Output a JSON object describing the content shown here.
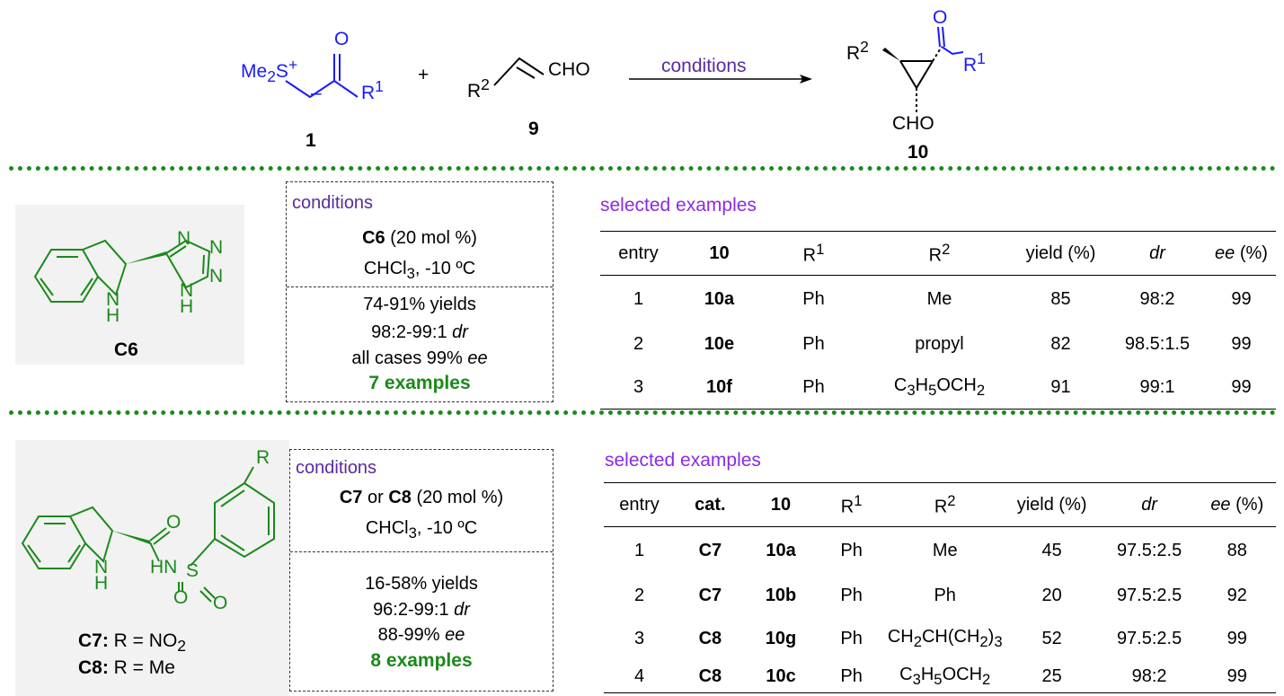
{
  "scheme": {
    "reagent1": {
      "formula_html": "Me<sub>2</sub>S<sup>+</sup>",
      "charge": "–",
      "r": "R<sup>1</sup>",
      "label": "1"
    },
    "plus": "+",
    "reagent2": {
      "r": "R<sup>2</sup>",
      "cho": "CHO",
      "label": "9"
    },
    "arrow_label": "conditions",
    "product": {
      "r2": "R<sup>2</sup>",
      "r1": "R<sup>1</sup>",
      "cho": "CHO",
      "o": "O",
      "label": "10"
    }
  },
  "panel1": {
    "catalyst_label": "C6",
    "atoms": {
      "n1": "N",
      "n2": "N",
      "n3": "N",
      "n4": "N",
      "nh_ring": "H",
      "nh_ring_n": "N",
      "nh_indoline_n": "N",
      "nh_indoline_h": "H"
    },
    "conditions": {
      "title": "conditions",
      "line1_html": "<b>C6</b> (20 mol %)",
      "line2_html": "CHCl<sub>3</sub>, -10 ºC",
      "line3": "74-91% yields",
      "line4_html": "98:2-99:1 <i>dr</i>",
      "line5_html": "all cases 99% <i>ee</i>",
      "examples": "7 examples"
    },
    "selected_title": "selected examples",
    "table": {
      "headers_html": [
        "entry",
        "<b>10</b>",
        "R<sup>1</sup>",
        "R<sup>2</sup>",
        "yield (%)",
        "<i>dr</i>",
        "<i>ee</i> (%)"
      ],
      "rows": [
        [
          "1",
          "10a",
          "Ph",
          "Me",
          "85",
          "98:2",
          "99"
        ],
        [
          "2",
          "10e",
          "Ph",
          "propyl",
          "82",
          "98.5:1.5",
          "99"
        ],
        [
          "3",
          "10f",
          "Ph",
          "C<sub>3</sub>H<sub>5</sub>OCH<sub>2</sub>",
          "91",
          "99:1",
          "99"
        ]
      ]
    }
  },
  "panel2": {
    "catalyst_labels_html": [
      "<b>C7:</b> R = NO<sub>2</sub>",
      "<b>C8:</b> R = Me"
    ],
    "atoms": {
      "r": "R",
      "o_amide": "O",
      "hn": "HN",
      "s": "S",
      "o1": "O",
      "o2": "O",
      "nh_n": "N",
      "nh_h": "H"
    },
    "conditions": {
      "title": "conditions",
      "line1_html": "<b>C7</b> or <b>C8</b> (20 mol %)",
      "line2_html": "CHCl<sub>3</sub>, -10 ºC",
      "line3": "16-58% yields",
      "line4_html": "96:2-99:1 <i>dr</i>",
      "line5_html": "88-99% <i>ee</i>",
      "examples": "8 examples"
    },
    "selected_title": "selected examples",
    "table": {
      "headers_html": [
        "entry",
        "<b>cat.</b>",
        "<b>10</b>",
        "R<sup>1</sup>",
        "R<sup>2</sup>",
        "yield (%)",
        "<i>dr</i>",
        "<i>ee</i> (%)"
      ],
      "rows": [
        [
          "1",
          "C7",
          "10a",
          "Ph",
          "Me",
          "45",
          "97.5:2.5",
          "88"
        ],
        [
          "2",
          "C7",
          "10b",
          "Ph",
          "Ph",
          "20",
          "97.5:2.5",
          "92"
        ],
        [
          "3",
          "C8",
          "10g",
          "Ph",
          "CH<sub>2</sub>CH(CH<sub>2</sub>)<sub>3</sub>",
          "52",
          "97.5:2.5",
          "99"
        ],
        [
          "4",
          "C8",
          "10c",
          "Ph",
          "C<sub>3</sub>H<sub>5</sub>OCH<sub>2</sub>",
          "25",
          "98:2",
          "99"
        ]
      ]
    }
  },
  "colors": {
    "reagent": "#1a1aff",
    "catalyst": "#1a8a1a",
    "divider": "#1a8a1a",
    "conditions_title": "#5a2aa0",
    "selected_title": "#8a2be2"
  }
}
